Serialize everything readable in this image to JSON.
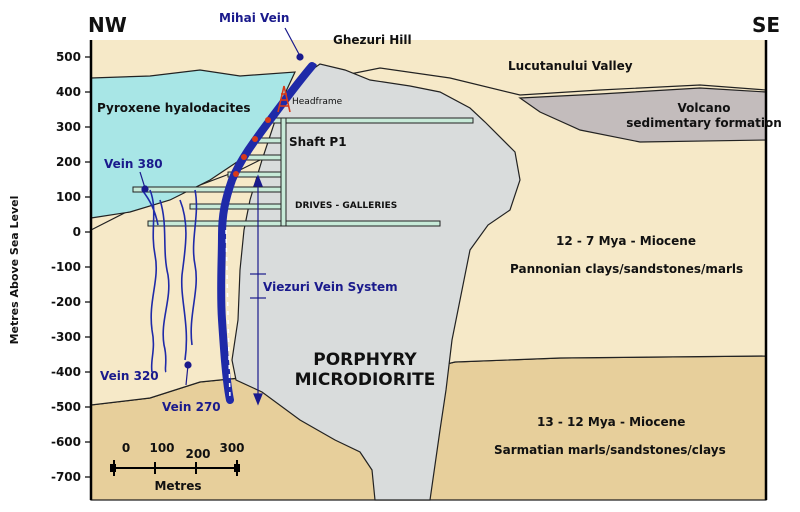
{
  "header": {
    "left_direction": "NW",
    "right_direction": "SE"
  },
  "axis": {
    "ylabel": "Metres Above Sea Level",
    "ticks": [
      "500",
      "400",
      "300",
      "200",
      "100",
      "0",
      "-100",
      "-200",
      "-300",
      "-400",
      "-500",
      "-600",
      "-700"
    ]
  },
  "labels": {
    "mihai_vein": "Mihai Vein",
    "ghezuri_hill": "Ghezuri Hill",
    "lucutanului_valley": "Lucutanului Valley",
    "pyroxene": "Pyroxene hyalodacites",
    "headframe": "Headframe",
    "shaft": "Shaft P1",
    "volcano_line1": "Volcano",
    "volcano_line2": "sedimentary formation",
    "vein380": "Vein 380",
    "drives": "DRIVES - GALLERIES",
    "miocene1": "12 - 7 Mya - Miocene",
    "pannonian": "Pannonian clays/sandstones/marls",
    "viezuri": "Viezuri Vein System",
    "porphyry_line1": "PORPHYRY",
    "porphyry_line2": "MICRODIORITE",
    "vein320": "Vein 320",
    "vein270": "Vein 270",
    "miocene2": "13 - 12 Mya - Miocene",
    "sarmatian": "Sarmatian marls/sandstones/clays"
  },
  "scale_bar": {
    "ticks": [
      "0",
      "100",
      "200",
      "300"
    ],
    "unit": "Metres"
  },
  "colors": {
    "pyroxene": "#a8e6e6",
    "pannonian": "#f6e9c8",
    "sarmatian": "#e7cf9b",
    "porphyry": "#d9dcdc",
    "volcano": "#c3bcbc",
    "galleries": "#c7ead8",
    "vein": "#1f2aa8",
    "headframe": "#d63a1a"
  }
}
